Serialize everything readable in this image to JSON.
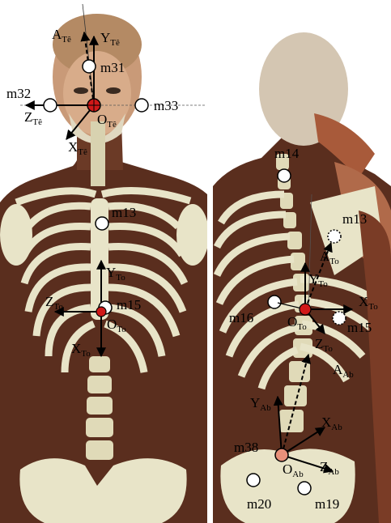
{
  "colors": {
    "background": "#ffffff",
    "body_dark": "#5a2e1e",
    "bone": "#e8e4c8",
    "bone_shade": "#c8c2a0",
    "marker_white": "#ffffff",
    "origin_red": "#d01818",
    "origin_pelvis": "#e8907a",
    "arrow": "#000000"
  },
  "front_view": {
    "head_frame": {
      "axis_A": {
        "main": "A",
        "sub": "Tê"
      },
      "axis_Y": {
        "main": "Y",
        "sub": "Tê"
      },
      "axis_Z": {
        "main": "Z",
        "sub": "Tê"
      },
      "axis_X": {
        "main": "X",
        "sub": "Tê"
      },
      "origin": {
        "main": "O",
        "sub": "Tê"
      }
    },
    "markers": {
      "m31": "m31",
      "m32": "m32",
      "m33": "m33",
      "m13": "m13",
      "m15": "m15"
    },
    "thorax_frame": {
      "axis_Y": {
        "main": "Y",
        "sub": "To"
      },
      "axis_Z": {
        "main": "Z",
        "sub": "To"
      },
      "axis_X": {
        "main": "X",
        "sub": "To"
      },
      "origin": {
        "main": "O",
        "sub": "To"
      }
    }
  },
  "back_view": {
    "markers": {
      "m14": "m14",
      "m13": "m13",
      "m16": "m16",
      "m15": "m15",
      "m38": "m38",
      "m20": "m20",
      "m19": "m19"
    },
    "thorax_frame": {
      "axis_A": {
        "main": "A",
        "sub": "To"
      },
      "axis_Y": {
        "main": "Y",
        "sub": "To"
      },
      "axis_X": {
        "main": "X",
        "sub": "To"
      },
      "axis_Z": {
        "main": "Z",
        "sub": "To"
      },
      "origin": {
        "main": "O",
        "sub": "To"
      }
    },
    "pelvis_frame": {
      "axis_A": {
        "main": "A",
        "sub": "Ab"
      },
      "axis_Y": {
        "main": "Y",
        "sub": "Ab"
      },
      "axis_X": {
        "main": "X",
        "sub": "Ab"
      },
      "axis_Z": {
        "main": "Z",
        "sub": "Ab"
      },
      "origin": {
        "main": "O",
        "sub": "Ab"
      }
    }
  }
}
